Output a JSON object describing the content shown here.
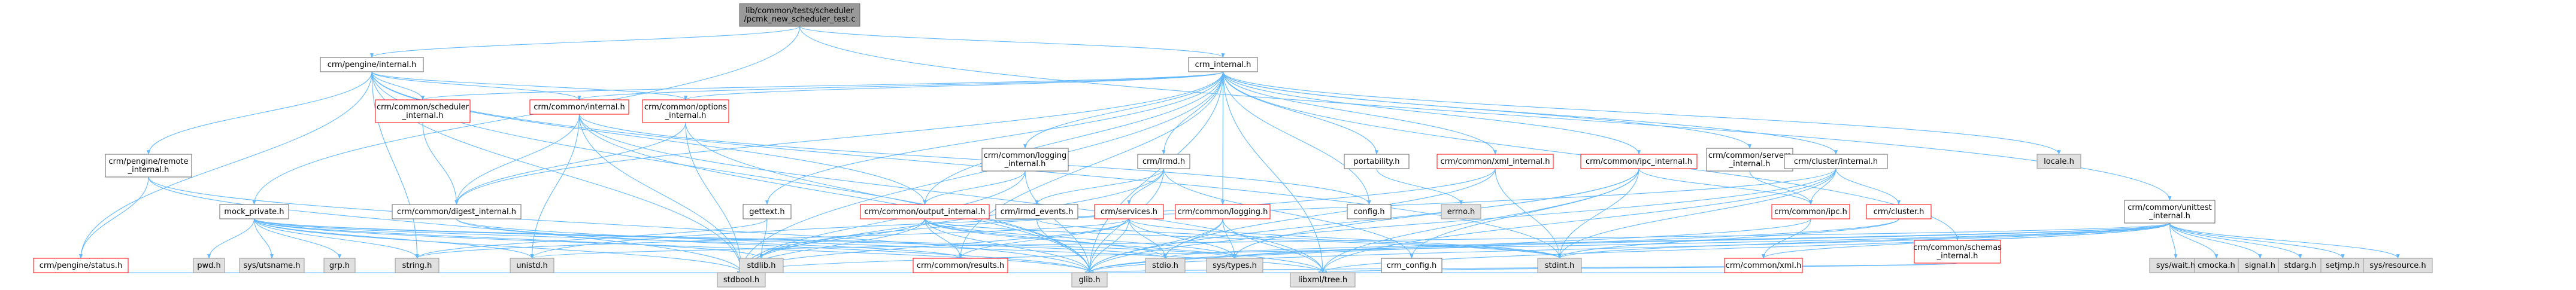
{
  "graph": {
    "colors": {
      "root_fill": "#999999",
      "linked_fill": "#ffffff",
      "system_fill": "#e0e0e0",
      "border_gray": "#999999",
      "border_red": "#ff0000",
      "border_black": "#666666",
      "edge": "#63b8ff",
      "edge_dark": "#4a8fd9"
    },
    "nodes": [
      {
        "id": "root",
        "lines": [
          "lib/common/tests/scheduler",
          "/pcmk_new_scheduler_test.c"
        ],
        "kind": "root"
      },
      {
        "id": "pengine_internal",
        "lines": [
          "crm/pengine/internal.h"
        ],
        "kind": "plain"
      },
      {
        "id": "crm_internal",
        "lines": [
          "crm_internal.h"
        ],
        "kind": "plain"
      },
      {
        "id": "unittest_internal",
        "lines": [
          "crm/common/unittest",
          "_internal.h"
        ],
        "kind": "plain"
      },
      {
        "id": "scheduler_internal",
        "lines": [
          "crm/common/scheduler",
          "_internal.h"
        ],
        "kind": "red"
      },
      {
        "id": "common_internal",
        "lines": [
          "crm/common/internal.h"
        ],
        "kind": "red"
      },
      {
        "id": "options_internal",
        "lines": [
          "crm/common/options",
          "_internal.h"
        ],
        "kind": "red"
      },
      {
        "id": "remote_internal",
        "lines": [
          "crm/pengine/remote",
          "_internal.h"
        ],
        "kind": "plain"
      },
      {
        "id": "mock_private",
        "lines": [
          "mock_private.h"
        ],
        "kind": "plain"
      },
      {
        "id": "digest_internal",
        "lines": [
          "crm/common/digest_internal.h"
        ],
        "kind": "plain"
      },
      {
        "id": "logging_internal",
        "lines": [
          "crm/common/logging",
          "_internal.h"
        ],
        "kind": "plain"
      },
      {
        "id": "lrmd",
        "lines": [
          "crm/lrmd.h"
        ],
        "kind": "plain"
      },
      {
        "id": "portability",
        "lines": [
          "portability.h"
        ],
        "kind": "plain"
      },
      {
        "id": "xml_internal",
        "lines": [
          "crm/common/xml_internal.h"
        ],
        "kind": "red"
      },
      {
        "id": "ipc_internal",
        "lines": [
          "crm/common/ipc_internal.h"
        ],
        "kind": "red"
      },
      {
        "id": "servers_internal",
        "lines": [
          "crm/common/servers",
          "_internal.h"
        ],
        "kind": "plain"
      },
      {
        "id": "cluster_internal",
        "lines": [
          "crm/cluster/internal.h"
        ],
        "kind": "plain"
      },
      {
        "id": "locale",
        "lines": [
          "locale.h"
        ],
        "kind": "system"
      },
      {
        "id": "gettext",
        "lines": [
          "gettext.h"
        ],
        "kind": "plain"
      },
      {
        "id": "output_internal",
        "lines": [
          "crm/common/output_internal.h"
        ],
        "kind": "red"
      },
      {
        "id": "logging",
        "lines": [
          "crm/common/logging.h"
        ],
        "kind": "red"
      },
      {
        "id": "config",
        "lines": [
          "config.h"
        ],
        "kind": "plain"
      },
      {
        "id": "errno",
        "lines": [
          "errno.h"
        ],
        "kind": "system"
      },
      {
        "id": "ipc",
        "lines": [
          "crm/common/ipc.h"
        ],
        "kind": "red"
      },
      {
        "id": "cluster",
        "lines": [
          "crm/cluster.h"
        ],
        "kind": "red"
      },
      {
        "id": "lrmd_events",
        "lines": [
          "crm/lrmd_events.h"
        ],
        "kind": "plain"
      },
      {
        "id": "services",
        "lines": [
          "crm/services.h"
        ],
        "kind": "red"
      },
      {
        "id": "pengine_status",
        "lines": [
          "crm/pengine/status.h"
        ],
        "kind": "red"
      },
      {
        "id": "pwd",
        "lines": [
          "pwd.h"
        ],
        "kind": "system"
      },
      {
        "id": "utsname",
        "lines": [
          "sys/utsname.h"
        ],
        "kind": "system"
      },
      {
        "id": "grp",
        "lines": [
          "grp.h"
        ],
        "kind": "system"
      },
      {
        "id": "string",
        "lines": [
          "string.h"
        ],
        "kind": "system"
      },
      {
        "id": "unistd",
        "lines": [
          "unistd.h"
        ],
        "kind": "system"
      },
      {
        "id": "stdlib",
        "lines": [
          "stdlib.h"
        ],
        "kind": "system"
      },
      {
        "id": "results",
        "lines": [
          "crm/common/results.h"
        ],
        "kind": "red"
      },
      {
        "id": "stdio",
        "lines": [
          "stdio.h"
        ],
        "kind": "system"
      },
      {
        "id": "systypes",
        "lines": [
          "sys/types.h"
        ],
        "kind": "system"
      },
      {
        "id": "crm_config",
        "lines": [
          "crm_config.h"
        ],
        "kind": "plain"
      },
      {
        "id": "stdint",
        "lines": [
          "stdint.h"
        ],
        "kind": "system"
      },
      {
        "id": "common_xml",
        "lines": [
          "crm/common/xml.h"
        ],
        "kind": "red"
      },
      {
        "id": "schemas_internal",
        "lines": [
          "crm/common/schemas",
          "_internal.h"
        ],
        "kind": "red"
      },
      {
        "id": "syswait",
        "lines": [
          "sys/wait.h"
        ],
        "kind": "system"
      },
      {
        "id": "cmocka",
        "lines": [
          "cmocka.h"
        ],
        "kind": "system"
      },
      {
        "id": "signal",
        "lines": [
          "signal.h"
        ],
        "kind": "system"
      },
      {
        "id": "stdarg",
        "lines": [
          "stdarg.h"
        ],
        "kind": "system"
      },
      {
        "id": "setjmp",
        "lines": [
          "setjmp.h"
        ],
        "kind": "system"
      },
      {
        "id": "sysresource",
        "lines": [
          "sys/resource.h"
        ],
        "kind": "system"
      },
      {
        "id": "stdbool",
        "lines": [
          "stdbool.h"
        ],
        "kind": "system"
      },
      {
        "id": "glib",
        "lines": [
          "glib.h"
        ],
        "kind": "system"
      },
      {
        "id": "libxml",
        "lines": [
          "libxml/tree.h"
        ],
        "kind": "system"
      }
    ],
    "edges": [
      [
        "root",
        "pengine_internal"
      ],
      [
        "root",
        "crm_internal"
      ],
      [
        "root",
        "mock_private"
      ],
      [
        "root",
        "unittest_internal"
      ],
      [
        "pengine_internal",
        "scheduler_internal"
      ],
      [
        "pengine_internal",
        "common_internal"
      ],
      [
        "pengine_internal",
        "options_internal"
      ],
      [
        "pengine_internal",
        "remote_internal"
      ],
      [
        "pengine_internal",
        "pengine_status"
      ],
      [
        "pengine_internal",
        "output_internal"
      ],
      [
        "pengine_internal",
        "stdbool"
      ],
      [
        "pengine_internal",
        "string"
      ],
      [
        "pengine_internal",
        "glib"
      ],
      [
        "pengine_internal",
        "stdint"
      ],
      [
        "crm_internal",
        "config"
      ],
      [
        "crm_internal",
        "portability"
      ],
      [
        "crm_internal",
        "glib"
      ],
      [
        "crm_internal",
        "stdbool"
      ],
      [
        "crm_internal",
        "libxml"
      ],
      [
        "crm_internal",
        "common_internal"
      ],
      [
        "crm_internal",
        "options_internal"
      ],
      [
        "crm_internal",
        "output_internal"
      ],
      [
        "crm_internal",
        "logging"
      ],
      [
        "crm_internal",
        "logging_internal"
      ],
      [
        "crm_internal",
        "lrmd"
      ],
      [
        "crm_internal",
        "ipc_internal"
      ],
      [
        "crm_internal",
        "xml_internal"
      ],
      [
        "crm_internal",
        "servers_internal"
      ],
      [
        "crm_internal",
        "cluster_internal"
      ],
      [
        "crm_internal",
        "locale"
      ],
      [
        "crm_internal",
        "gettext"
      ],
      [
        "crm_internal",
        "scheduler_internal"
      ],
      [
        "crm_internal",
        "digest_internal"
      ],
      [
        "crm_internal",
        "schemas_internal"
      ],
      [
        "crm_internal",
        "results"
      ],
      [
        "unittest_internal",
        "syswait"
      ],
      [
        "unittest_internal",
        "cmocka"
      ],
      [
        "unittest_internal",
        "signal"
      ],
      [
        "unittest_internal",
        "stdarg"
      ],
      [
        "unittest_internal",
        "setjmp"
      ],
      [
        "unittest_internal",
        "sysresource"
      ],
      [
        "unittest_internal",
        "stdint"
      ],
      [
        "unittest_internal",
        "systypes"
      ],
      [
        "unittest_internal",
        "stdio"
      ],
      [
        "unittest_internal",
        "unistd"
      ],
      [
        "unittest_internal",
        "common_xml"
      ],
      [
        "unittest_internal",
        "libxml"
      ],
      [
        "unittest_internal",
        "glib"
      ],
      [
        "unittest_internal",
        "stdbool"
      ],
      [
        "scheduler_internal",
        "digest_internal"
      ],
      [
        "options_internal",
        "digest_internal"
      ],
      [
        "options_internal",
        "glib"
      ],
      [
        "options_internal",
        "stdbool"
      ],
      [
        "common_internal",
        "digest_internal"
      ],
      [
        "common_internal",
        "unistd"
      ],
      [
        "common_internal",
        "glib"
      ],
      [
        "common_internal",
        "stdbool"
      ],
      [
        "common_internal",
        "libxml"
      ],
      [
        "common_internal",
        "config"
      ],
      [
        "remote_internal",
        "pengine_status"
      ],
      [
        "remote_internal",
        "glib"
      ],
      [
        "remote_internal",
        "stdbool"
      ],
      [
        "mock_private",
        "pwd"
      ],
      [
        "mock_private",
        "utsname"
      ],
      [
        "mock_private",
        "grp"
      ],
      [
        "mock_private",
        "string"
      ],
      [
        "mock_private",
        "unistd"
      ],
      [
        "mock_private",
        "stdlib"
      ],
      [
        "mock_private",
        "stdio"
      ],
      [
        "mock_private",
        "systypes"
      ],
      [
        "mock_private",
        "results"
      ],
      [
        "mock_private",
        "stdbool"
      ],
      [
        "mock_private",
        "glib"
      ],
      [
        "digest_internal",
        "libxml"
      ],
      [
        "digest_internal",
        "glib"
      ],
      [
        "logging_internal",
        "output_internal"
      ],
      [
        "logging_internal",
        "glib"
      ],
      [
        "logging_internal",
        "stdbool"
      ],
      [
        "lrmd",
        "lrmd_events"
      ],
      [
        "lrmd",
        "services"
      ],
      [
        "lrmd",
        "crm_config"
      ],
      [
        "lrmd",
        "glib"
      ],
      [
        "lrmd",
        "stdbool"
      ],
      [
        "gettext",
        "string"
      ],
      [
        "gettext",
        "stdlib"
      ],
      [
        "xml_internal",
        "stdlib"
      ],
      [
        "xml_internal",
        "stdint"
      ],
      [
        "xml_internal",
        "stdio"
      ],
      [
        "ipc_internal",
        "ipc"
      ],
      [
        "ipc_internal",
        "crm_config"
      ],
      [
        "ipc_internal",
        "stdint"
      ],
      [
        "ipc_internal",
        "systypes"
      ],
      [
        "ipc_internal",
        "glib"
      ],
      [
        "ipc_internal",
        "libxml"
      ],
      [
        "servers_internal",
        "ipc"
      ],
      [
        "cluster_internal",
        "ipc"
      ],
      [
        "cluster_internal",
        "cluster"
      ],
      [
        "cluster_internal",
        "stdint"
      ],
      [
        "cluster_internal",
        "glib"
      ],
      [
        "cluster_internal",
        "libxml"
      ],
      [
        "cluster_internal",
        "unistd"
      ],
      [
        "portability",
        "errno"
      ],
      [
        "output_internal",
        "results"
      ],
      [
        "output_internal",
        "stdio"
      ],
      [
        "output_internal",
        "stdbool"
      ],
      [
        "output_internal",
        "glib"
      ],
      [
        "output_internal",
        "libxml"
      ],
      [
        "output_internal",
        "stdint"
      ],
      [
        "output_internal",
        "stdlib"
      ],
      [
        "output_internal",
        "systypes"
      ],
      [
        "logging",
        "stdio"
      ],
      [
        "logging",
        "systypes"
      ],
      [
        "logging",
        "glib"
      ],
      [
        "logging",
        "libxml"
      ],
      [
        "ipc",
        "common_xml"
      ],
      [
        "ipc",
        "glib"
      ],
      [
        "cluster",
        "stdint"
      ],
      [
        "cluster",
        "glib"
      ],
      [
        "lrmd_events",
        "stdint"
      ],
      [
        "lrmd_events",
        "glib"
      ],
      [
        "services",
        "glib"
      ],
      [
        "services",
        "stdio"
      ],
      [
        "services",
        "stdint"
      ],
      [
        "services",
        "string"
      ],
      [
        "services",
        "stdbool"
      ],
      [
        "services",
        "results"
      ],
      [
        "services",
        "systypes"
      ],
      [
        "pengine_status",
        "glib"
      ],
      [
        "pengine_status",
        "stdbool"
      ],
      [
        "pengine_status",
        "libxml"
      ],
      [
        "results",
        "glib"
      ],
      [
        "common_xml",
        "glib"
      ],
      [
        "common_xml",
        "libxml"
      ],
      [
        "schemas_internal",
        "glib"
      ],
      [
        "schemas_internal",
        "libxml"
      ]
    ]
  }
}
